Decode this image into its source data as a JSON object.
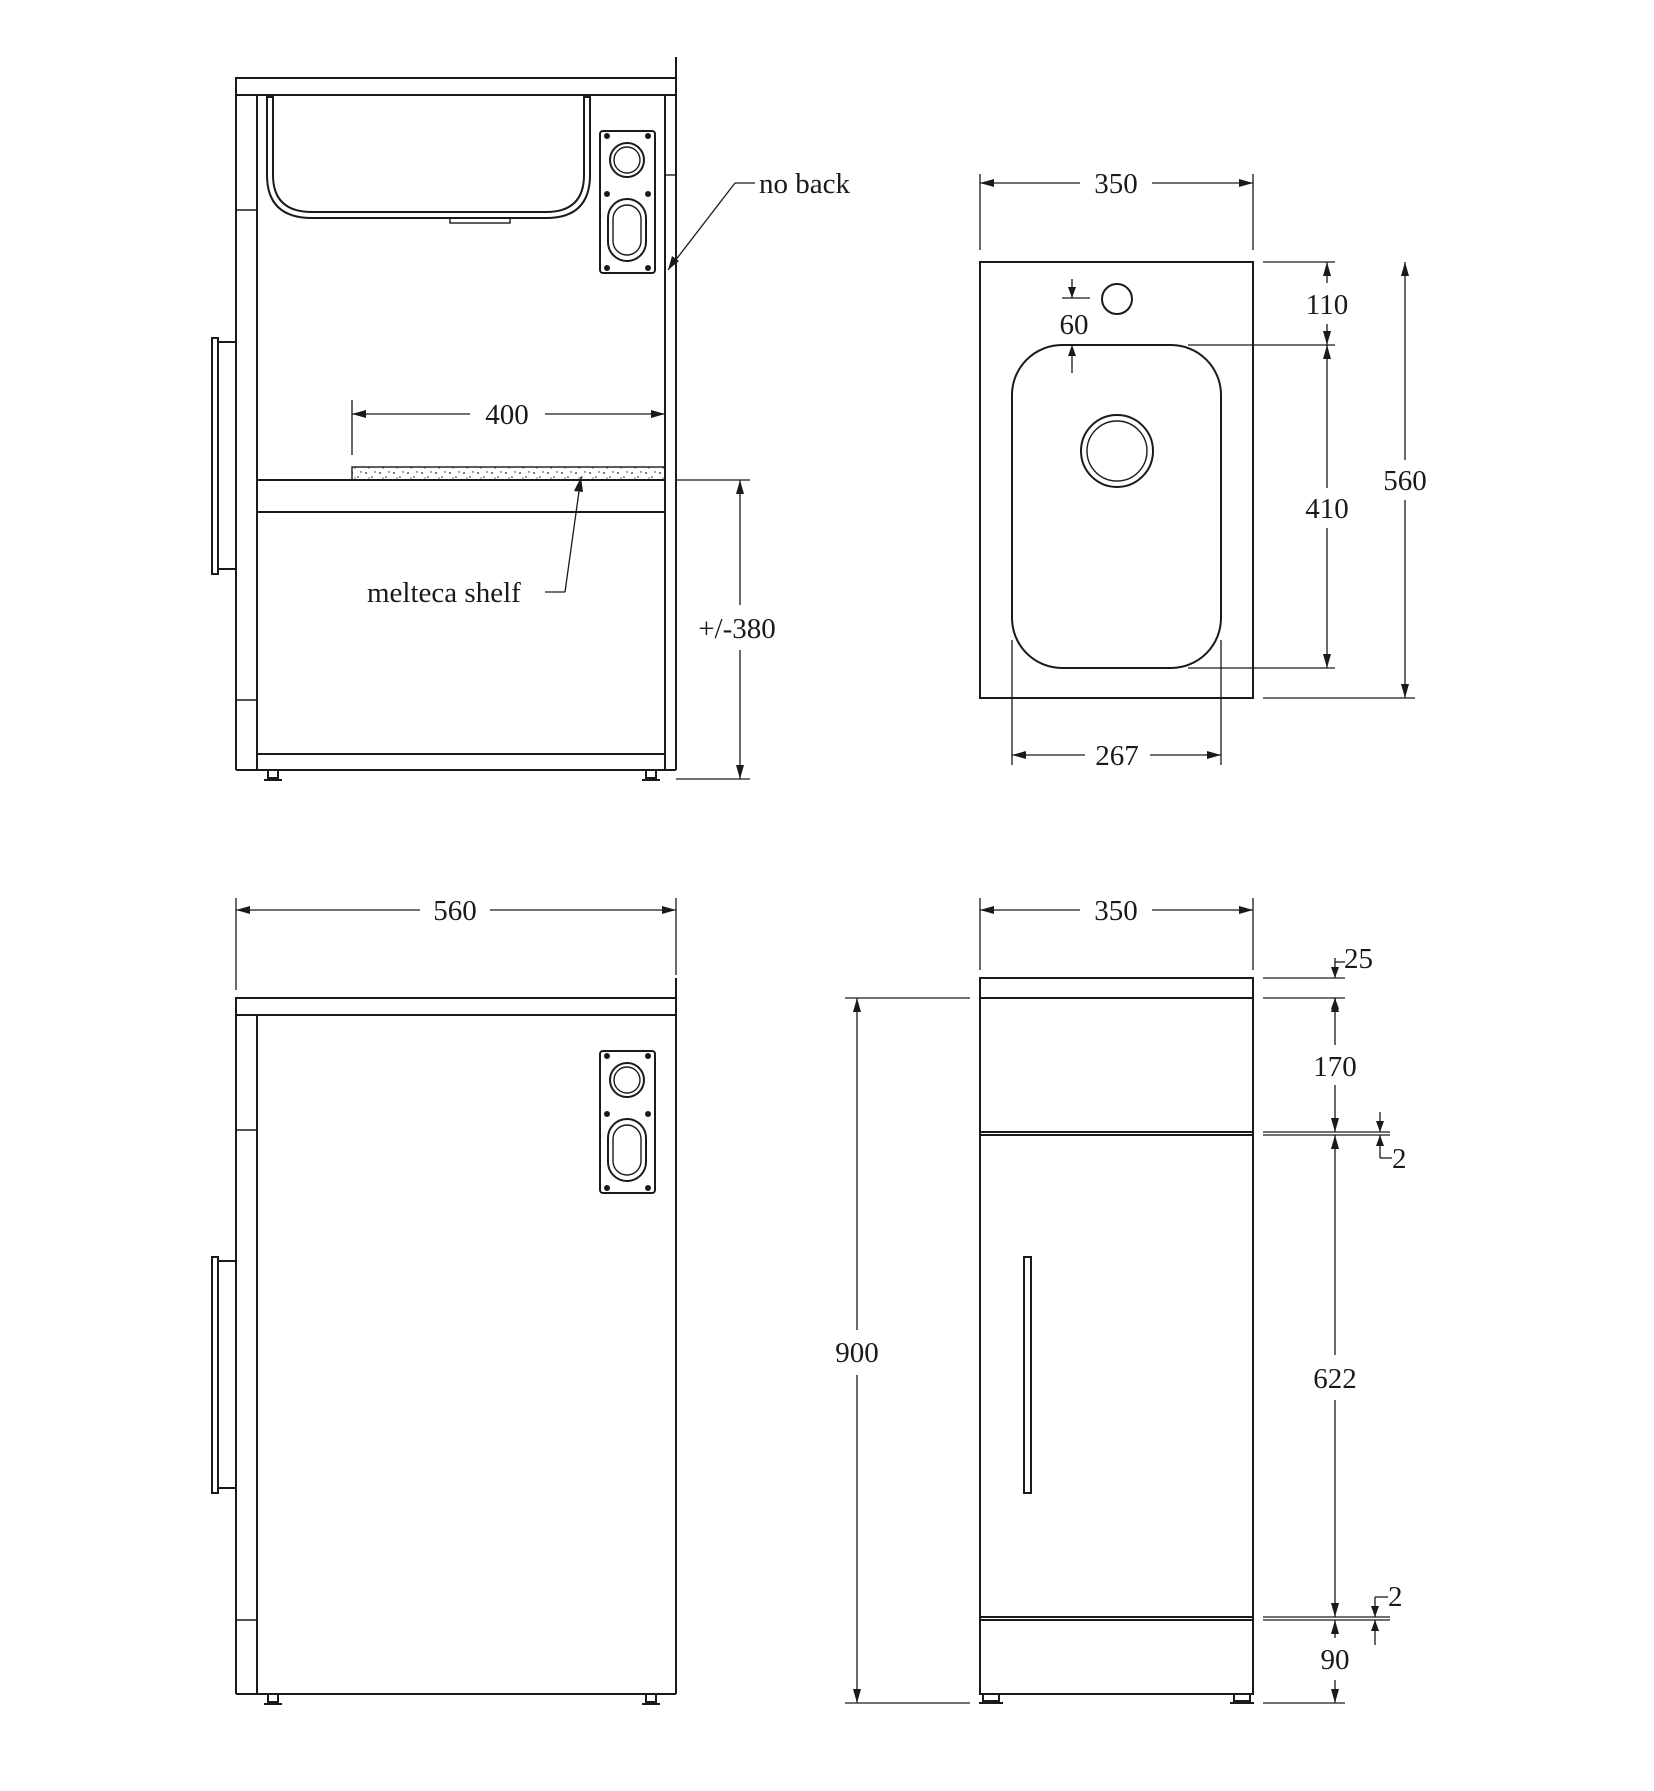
{
  "labels": {
    "no_back": "no back",
    "melteca_shelf": "melteca shelf"
  },
  "dimensions": {
    "shelf_depth": "400",
    "shelf_height": "+/-380",
    "plan_width": "350",
    "plan_depth": "560",
    "tap_hole_offset_x": "60",
    "bowl_front_offset": "110",
    "bowl_length": "410",
    "bowl_width": "267",
    "side_width": "560",
    "front_width": "350",
    "overall_height": "900",
    "benchtop_thickness": "25",
    "top_panel_height": "170",
    "gap_upper": "2",
    "door_height": "622",
    "gap_lower": "2",
    "plinth_height": "90"
  }
}
